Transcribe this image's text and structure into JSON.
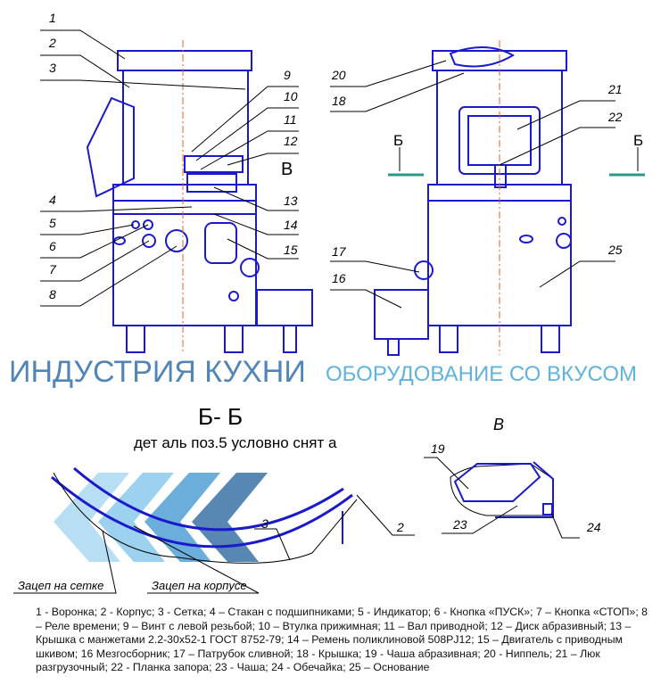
{
  "labels_left": [
    "1",
    "2",
    "3",
    "4",
    "5",
    "6",
    "7",
    "8"
  ],
  "labels_right_of_left": [
    "9",
    "10",
    "11",
    "12",
    "В",
    "13",
    "14",
    "15"
  ],
  "labels_right_view": {
    "n20": "20",
    "n18": "18",
    "n21": "21",
    "n22": "22",
    "n25": "25",
    "n17": "17",
    "n16": "16",
    "section_left": "Б",
    "section_right": "Б"
  },
  "section_bb": {
    "title": "Б- Б",
    "subtitle": "дет аль поз.5 условно снят а",
    "n3": "3",
    "n2": "2",
    "note1": "Зацеп на сетке",
    "note2": "Зацеп на корпусе"
  },
  "detail_v": {
    "title": "В",
    "n19": "19",
    "n23": "23",
    "n24": "24"
  },
  "caption": "1 - Воронка; 2 - Корпус; 3 - Сетка; 4 – Стакан с подшипниками; 5 - Индикатор; 6 - Кнопка «ПУСК»; 7 – Кнопка «СТОП»; 8 – Реле времени; 9 – Винт с левой резьбой; 10 – Втулка прижимная; 11 – Вал приводной; 12 – Диск абразивный; 13 – Крышка с манжетами 2.2-30х52-1 ГОСТ 8752-79; 14 – Ремень поликлиновой 508PJ12; 15 – Двигатель с приводным шкивом; 16 Мезгосборник; 17 – Патрубок сливной; 18 - Крышка; 19 - Чаша абразивная; 20 - Ниппель; 21 – Люк разгрузочный; 22 - Планка запора; 23 - Чаша; 24 - Обечайка; 25 – Основание",
  "watermark": {
    "line1": "ИНДУСТРИЯ КУХНИ",
    "line2": "ОБОРУДОВАНИЕ СО ВКУСОМ"
  },
  "colors": {
    "drawing": "#1a1acc",
    "axis": "#e0602a"
  }
}
